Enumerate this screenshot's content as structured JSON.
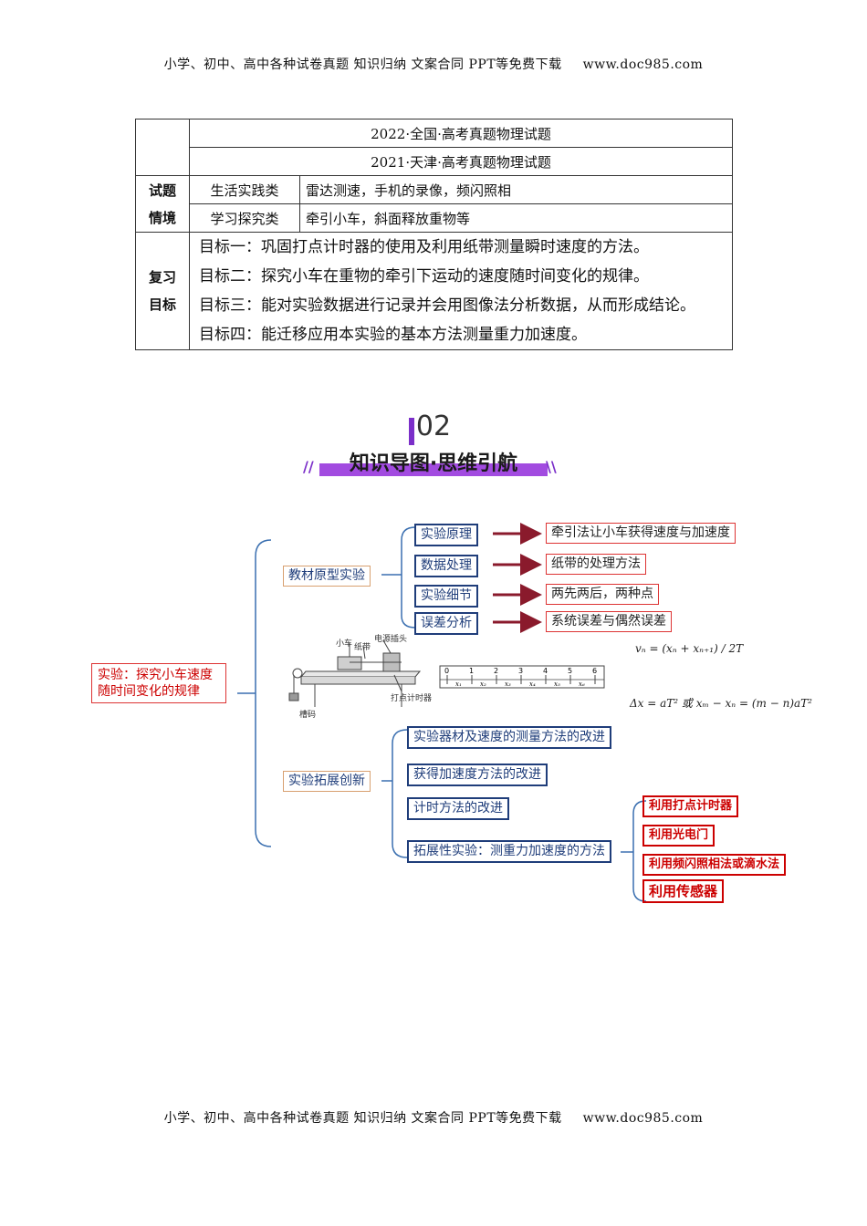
{
  "header": {
    "text": "小学、初中、高中各种试卷真题  知识归纳  文案合同  PPT等免费下载",
    "url": "www.doc985.com"
  },
  "footer": {
    "text": "小学、初中、高中各种试卷真题  知识归纳  文案合同  PPT等免费下载",
    "url": "www.doc985.com"
  },
  "table": {
    "exam_1": "2022·全国·高考真题物理试题",
    "exam_2": "2021·天津·高考真题物理试题",
    "context_label": [
      "试题",
      "情境"
    ],
    "context_rows": [
      {
        "type": "生活实践类",
        "content": "雷达测速，手机的录像，频闪照相"
      },
      {
        "type": "学习探究类",
        "content": "牵引小车，斜面释放重物等"
      }
    ],
    "goals_label": [
      "复习",
      "目标"
    ],
    "goals": [
      "目标一：巩固打点计时器的使用及利用纸带测量瞬时速度的方法。",
      "目标二：探究小车在重物的牵引下运动的速度随时间变化的规律。",
      "目标三：能对实验数据进行记录并会用图像法分析数据，从而形成结论。",
      "目标四：能迁移应用本实验的基本方法测量重力加速度。"
    ]
  },
  "section": {
    "number": "02",
    "title": "知识导图·思维引航"
  },
  "mindmap": {
    "root": [
      "实验：探究小车速度",
      "随时间变化的规律"
    ],
    "branch_1": {
      "label": "教材原型实验",
      "items": [
        {
          "label": "实验原理",
          "detail": "牵引法让小车获得速度与加速度"
        },
        {
          "label": "数据处理",
          "detail": "纸带的处理方法"
        },
        {
          "label": "实验细节",
          "detail": "两先两后，两种点"
        },
        {
          "label": "误差分析",
          "detail": "系统误差与偶然误差"
        }
      ]
    },
    "apparatus_labels": {
      "car": "小车",
      "tape": "纸带",
      "plug": "电源插头",
      "timer": "打点计时器",
      "weight": "槽码"
    },
    "tape_ticks": [
      "0",
      "1",
      "2",
      "3",
      "4",
      "5",
      "6"
    ],
    "tape_segments": [
      "x₁",
      "x₂",
      "x₃",
      "x₄",
      "x₅",
      "x₆"
    ],
    "formula_1": "vₙ = (xₙ + xₙ₊₁) / 2T",
    "formula_2": "Δx = aT² 或 xₘ − xₙ = (m − n)aT²",
    "branch_2": {
      "label": "实验拓展创新",
      "items": [
        "实验器材及速度的测量方法的改进",
        "获得加速度方法的改进",
        "计时方法的改进",
        "拓展性实验：测重力加速度的方法"
      ],
      "methods": [
        "利用打点计时器",
        "利用光电门",
        "利用频闪照相法或滴水法",
        "利用传感器"
      ]
    }
  }
}
